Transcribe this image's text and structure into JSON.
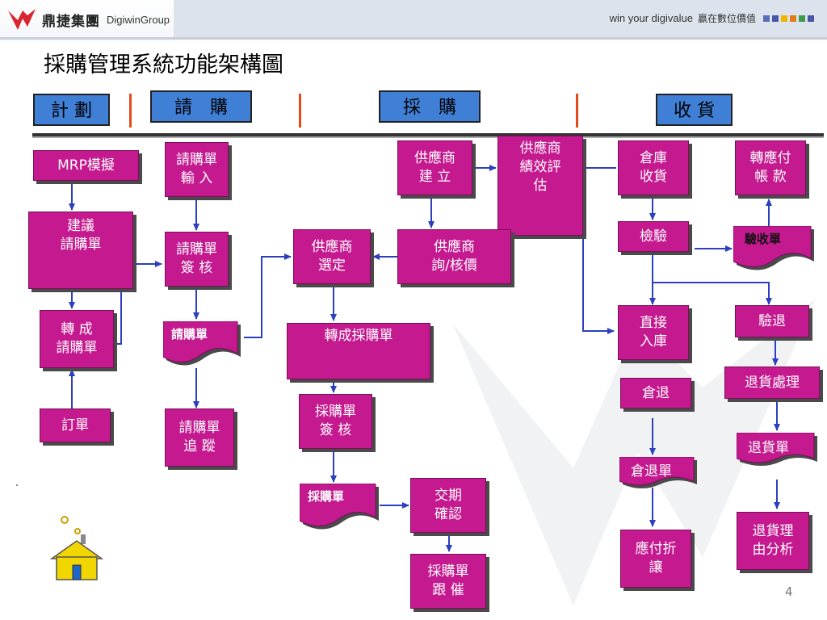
{
  "header": {
    "brand_name": "鼎捷集團",
    "brand_en": "DigiwinGroup",
    "slogan_en": "win your digivalue",
    "slogan_zh": "贏在數位價值"
  },
  "title": "採購管理系統功能架構圖",
  "phases": [
    "計 劃",
    "請　購",
    "採　購",
    "收 貨"
  ],
  "boxes": {
    "mrp": "MRP模擬",
    "suggest_pr": "建議\n請購單",
    "to_pr": "轉 成\n請購單",
    "order": "訂單",
    "pr_input": "請購單\n輸 入",
    "pr_approve": "請購單\n簽 核",
    "pr_track": "請購單\n追 蹤",
    "vendor_create": "供應商\n建 立",
    "vendor_perf": "供應商\n績效評\n估",
    "vendor_quote": "供應商\n詢/核價",
    "vendor_select": "供應商\n選定",
    "to_po": "轉成採購單",
    "po_approve": "採購單\n簽 核",
    "delivery_confirm": "交期\n確認",
    "po_followup": "採購單\n跟 催",
    "wh_receive": "倉庫\n收貨",
    "inspect": "檢驗",
    "direct_stock": "直接\n入庫",
    "wh_return": "倉退",
    "payable_discount": "應付折\n讓",
    "to_payable": "轉應付\n帳 款",
    "insp_return": "驗退",
    "return_process": "退貨處理",
    "return_analysis": "退貨理\n由分析"
  },
  "documents": {
    "pr_doc": "請購單",
    "po_doc": "採購單",
    "receipt_doc": "驗收單",
    "return_doc": "退貨單",
    "wh_return_doc": "倉退單"
  },
  "page_number": "4",
  "colors": {
    "box_fill": "#c4198f",
    "phase_fill": "#3f7fd6",
    "arrow": "#2b3fbf",
    "separator": "#e24a1a"
  }
}
